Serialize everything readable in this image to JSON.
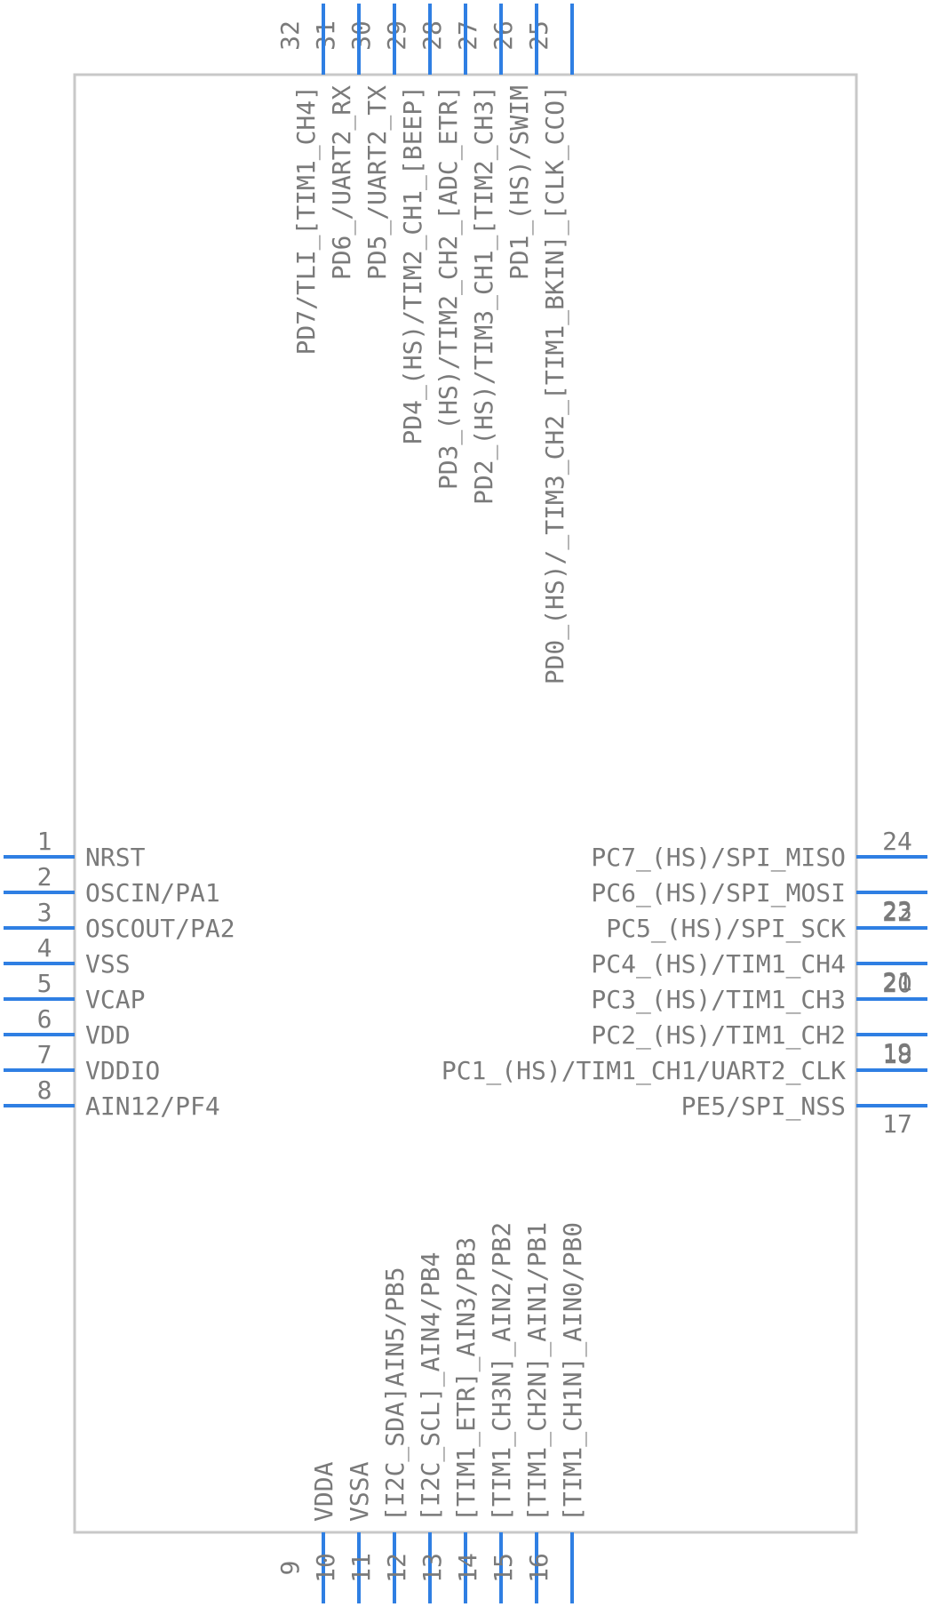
{
  "chip": {
    "body_color": "#c8c8c8",
    "pin_color": "#2f7fe3",
    "label_color": "#7a7a7a"
  },
  "pins": {
    "left": [
      {
        "num": "1",
        "label": "NRST"
      },
      {
        "num": "2",
        "label": "OSCIN/PA1"
      },
      {
        "num": "3",
        "label": "OSCOUT/PA2"
      },
      {
        "num": "4",
        "label": "VSS"
      },
      {
        "num": "5",
        "label": "VCAP"
      },
      {
        "num": "6",
        "label": "VDD"
      },
      {
        "num": "7",
        "label": "VDDIO"
      },
      {
        "num": "8",
        "label": "AIN12/PF4"
      }
    ],
    "bottom": [
      {
        "num": "9",
        "label": "VDDA"
      },
      {
        "num": "10",
        "label": "VSSA"
      },
      {
        "num": "11",
        "label": "[I2C_SDA]AIN5/PB5"
      },
      {
        "num": "12",
        "label": "[I2C_SCL]_AIN4/PB4"
      },
      {
        "num": "13",
        "label": "[TIM1_ETR]_AIN3/PB3"
      },
      {
        "num": "14",
        "label": "[TIM1_CH3N]_AIN2/PB2"
      },
      {
        "num": "15",
        "label": "[TIM1_CH2N]_AIN1/PB1"
      },
      {
        "num": "16",
        "label": "[TIM1_CH1N]_AIN0/PB0"
      }
    ],
    "right": [
      {
        "num": "17",
        "label": "PE5/SPI_NSS"
      },
      {
        "num": "18",
        "label": "PC1_(HS)/TIM1_CH1/UART2_CLK"
      },
      {
        "num": "19",
        "label": "PC2_(HS)/TIM1_CH2"
      },
      {
        "num": "20",
        "label": "PC3_(HS)/TIM1_CH3"
      },
      {
        "num": "21",
        "label": "PC4_(HS)/TIM1_CH4"
      },
      {
        "num": "22",
        "label": "PC5_(HS)/SPI_SCK"
      },
      {
        "num": "23",
        "label": "PC6_(HS)/SPI_MOSI"
      },
      {
        "num": "24",
        "label": "PC7_(HS)/SPI_MISO"
      }
    ],
    "top": [
      {
        "num": "25",
        "label": "PD0_(HS)/_TIM3_CH2_[TIM1_BKIN]_[CLK_CCO]"
      },
      {
        "num": "26",
        "label": "PD1_(HS)/SWIM"
      },
      {
        "num": "27",
        "label": "PD2_(HS)/TIM3_CH1_[TIM2_CH3]"
      },
      {
        "num": "28",
        "label": "PD3_(HS)/TIM2_CH2_[ADC_ETR]"
      },
      {
        "num": "29",
        "label": "PD4_(HS)/TIM2_CH1_[BEEP]"
      },
      {
        "num": "30",
        "label": "PD5_/UART2_TX"
      },
      {
        "num": "31",
        "label": "PD6_/UART2_RX"
      },
      {
        "num": "32",
        "label": "PD7/TLI_[TIM1_CH4]"
      }
    ]
  }
}
